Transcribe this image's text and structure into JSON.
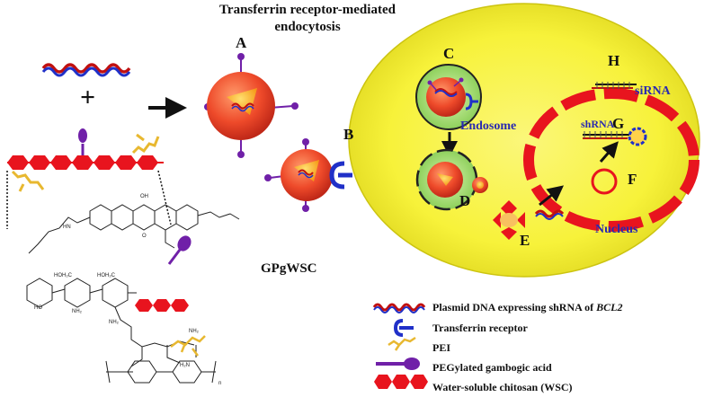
{
  "title_line1": "Transferrin receptor-mediated",
  "title_line2": "endocytosis",
  "labels": {
    "A": "A",
    "B": "B",
    "C": "C",
    "D": "D",
    "E": "E",
    "F": "F",
    "G": "G",
    "H": "H"
  },
  "cell_labels": {
    "endosome": "Endosome",
    "nucleus": "Nucleus",
    "sirna": "siRNA",
    "shrna": "shRNA"
  },
  "plus": "+",
  "gpgwsc": "GPgWSC",
  "legend": [
    {
      "icon": "plasmid-dna-icon",
      "text": "Plasmid DNA expressing shRNA of ",
      "italic": "BCL2"
    },
    {
      "icon": "transferrin-receptor-icon",
      "text": "Transferrin receptor"
    },
    {
      "icon": "pei-icon",
      "text": "PEI"
    },
    {
      "icon": "pegylated-gambogic-acid-icon",
      "text": "PEGylated gambogic acid"
    },
    {
      "icon": "wsc-icon",
      "text": "Water-soluble chitosan (WSC)"
    }
  ],
  "chem_labels": {
    "oh": "OH",
    "o": "O",
    "hn": "HN",
    "hoh2c1": "HOH₂C",
    "hoh2c2": "HOH₂C",
    "ho": "HO",
    "nh2": "NH₂",
    "nh2b": "NH₂",
    "nh2c": "NH₂",
    "h2n": "H₂N",
    "n": "n"
  },
  "colors": {
    "cell": "#f5f02a",
    "nucleus_ring": "#e8141e",
    "particle": "#e8402a",
    "core": "#f7a020",
    "peg": "#7020a8",
    "receptor": "#2030c8",
    "wsc": "#e8141e",
    "pei": "#f0c040",
    "endosome": "#a8e070"
  }
}
